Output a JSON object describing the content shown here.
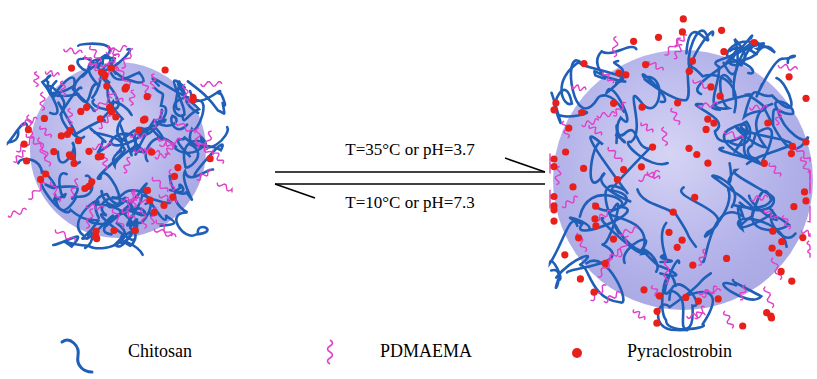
{
  "diagram": {
    "labels": [
      "T=35°C or pH=3.7",
      "T=10°C or pH=7.3"
    ],
    "legend": [
      {
        "text": "Chitosan"
      },
      {
        "text": "PDMAEMA"
      },
      {
        "text": "Pyraclostrobin"
      }
    ]
  }
}
